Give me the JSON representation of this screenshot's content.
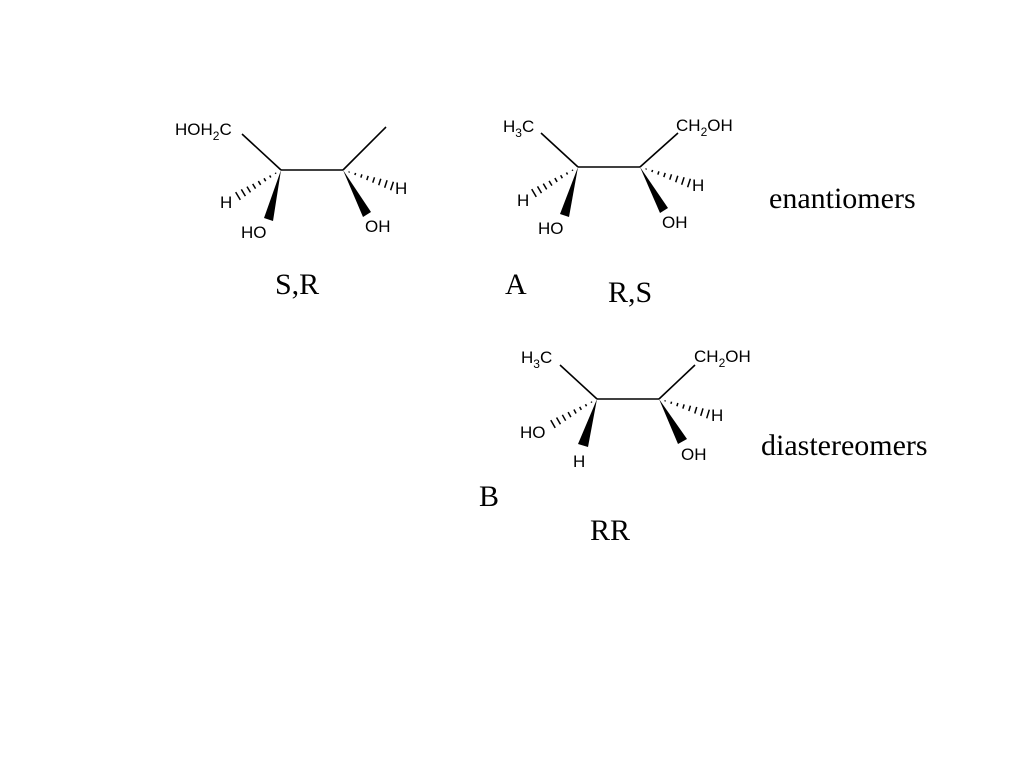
{
  "molecule_sr": {
    "label": "S,R",
    "atoms": {
      "hoh2c_a": "HOH",
      "hoh2c_sub": "2",
      "hoh2c_b": "C",
      "h_left": "H",
      "ho": "HO",
      "h_right": "H",
      "oh": "OH"
    }
  },
  "molecule_a": {
    "letter": "A",
    "label": "R,S",
    "relation": "enantiomers",
    "atoms": {
      "h3c_a": "H",
      "h3c_sub": "3",
      "h3c_b": "C",
      "ch2oh_a": "CH",
      "ch2oh_sub": "2",
      "ch2oh_b": "OH",
      "h_left": "H",
      "ho": "HO",
      "h_right": "H",
      "oh": "OH"
    }
  },
  "molecule_b": {
    "letter": "B",
    "label": "RR",
    "relation": "diastereomers",
    "atoms": {
      "h3c_a": "H",
      "h3c_sub": "3",
      "h3c_b": "C",
      "ch2oh_a": "CH",
      "ch2oh_sub": "2",
      "ch2oh_b": "OH",
      "ho": "HO",
      "h_bottom": "H",
      "h_right": "H",
      "oh": "OH"
    }
  }
}
